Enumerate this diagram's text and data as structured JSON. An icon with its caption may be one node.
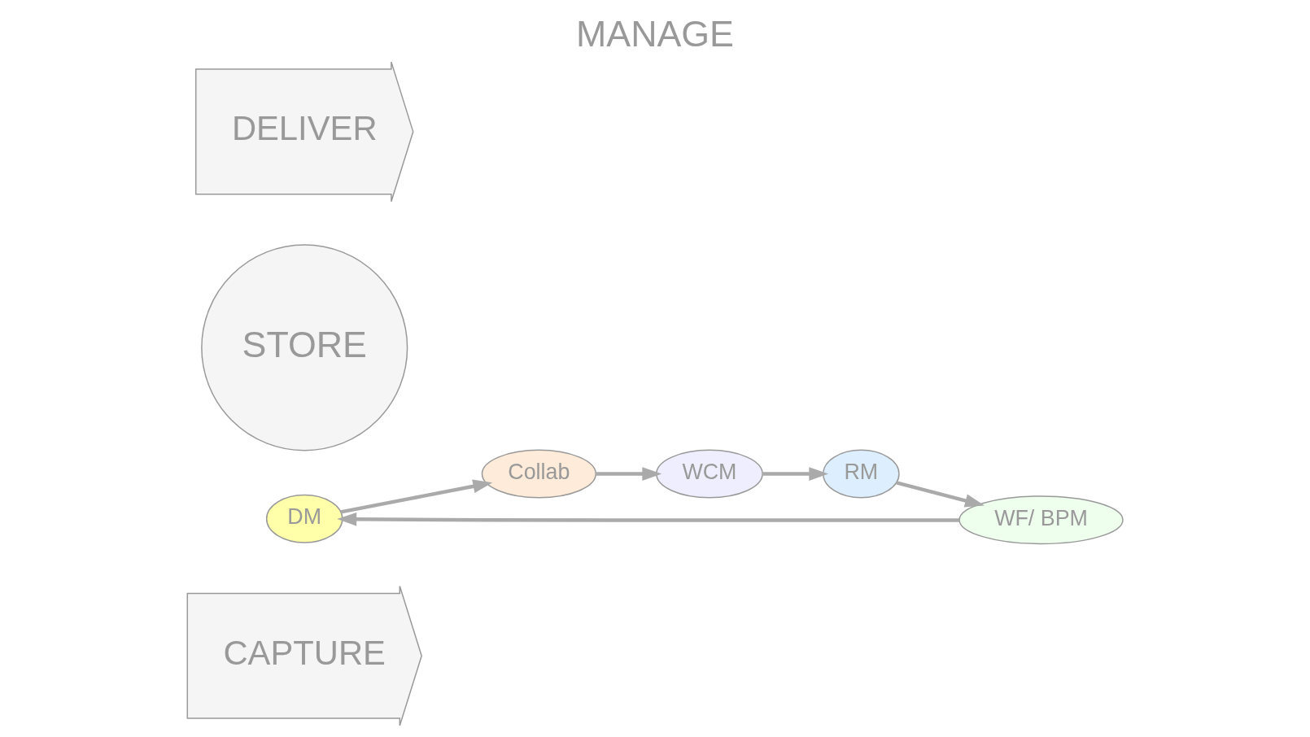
{
  "diagram": {
    "title": "MANAGE",
    "nodes": [
      {
        "text": [
          "CAPTURE"
        ]
      },
      {
        "text": [
          "DM"
        ]
      },
      {
        "text": [
          "Collab"
        ]
      },
      {
        "text": [
          "WCM"
        ]
      },
      {
        "text": [
          "RM"
        ]
      },
      {
        "text": [
          "WF/ BPM"
        ]
      },
      {
        "text": [
          "STORE"
        ]
      },
      {
        "text": [
          "DELIVER"
        ]
      }
    ],
    "edges": [
      {
        "from": 1,
        "to": 2,
        "arrow": "to"
      },
      {
        "from": 2,
        "to": 3,
        "arrow": "to"
      },
      {
        "from": 3,
        "to": 4,
        "arrow": "to"
      },
      {
        "from": 4,
        "to": 5,
        "arrow": "to"
      },
      {
        "from": 5,
        "to": 1,
        "arrow": "to"
      }
    ]
  }
}
